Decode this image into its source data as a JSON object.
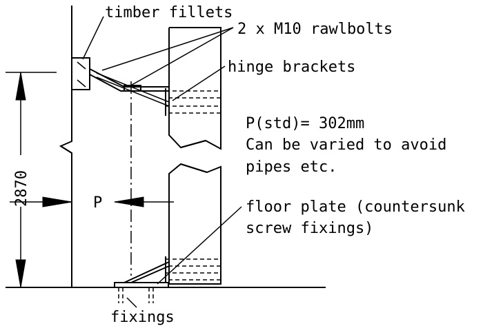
{
  "labels": {
    "timber_fillets": "timber fillets",
    "rawlbolts": "2 x M10 rawlbolts",
    "hinge_brackets": "hinge brackets",
    "p_std": "P(std)= 302mm",
    "can_be_varied": "Can be varied to avoid",
    "pipes": "pipes etc.",
    "floor_plate_1": "floor plate (countersunk",
    "floor_plate_2": "screw fixings)",
    "fixings": "fixings",
    "height_dim": "2870",
    "p_dim": "P"
  },
  "colors": {
    "line": "#000000",
    "background": "#ffffff"
  }
}
